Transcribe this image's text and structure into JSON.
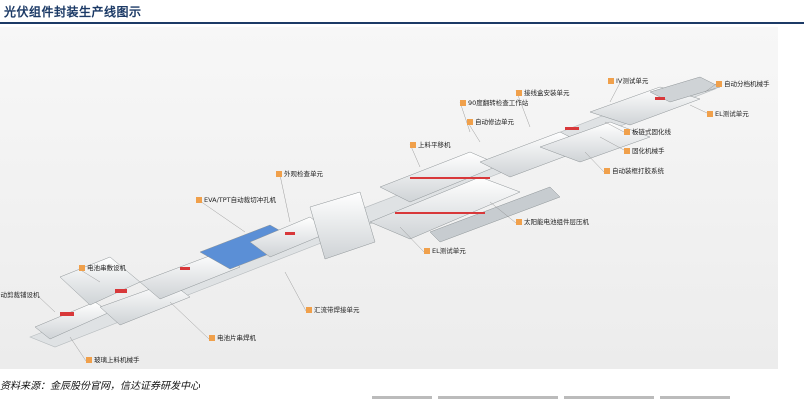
{
  "title": "光伏组件封装生产线图示",
  "source": "资料来源：金辰股份官网，信达证券研发中心",
  "callouts": [
    {
      "label": "IV测试单元"
    },
    {
      "label": "自动分档机械手"
    },
    {
      "label": "接线盒安装单元"
    },
    {
      "label": "90度翻转检查工作站"
    },
    {
      "label": "EL测试单元"
    },
    {
      "label": "自动修边单元"
    },
    {
      "label": "板链式固化线"
    },
    {
      "label": "上料平移机"
    },
    {
      "label": "固化机械手"
    },
    {
      "label": "自动装框打胶系统"
    },
    {
      "label": "外观检查单元"
    },
    {
      "label": "EVA/TPT自动裁切冲孔机"
    },
    {
      "label": "太阳能电池组件层压机"
    },
    {
      "label": "EL测试单元"
    },
    {
      "label": "电池串敷设机"
    },
    {
      "label": "自动剪裁铺设机"
    },
    {
      "label": "汇流带焊接单元"
    },
    {
      "label": "电池片串焊机"
    },
    {
      "label": "玻璃上料机械手"
    }
  ],
  "colors": {
    "accent": "#1c3a66",
    "tag": "#f0a04b",
    "machine_red": "#d8383a"
  }
}
